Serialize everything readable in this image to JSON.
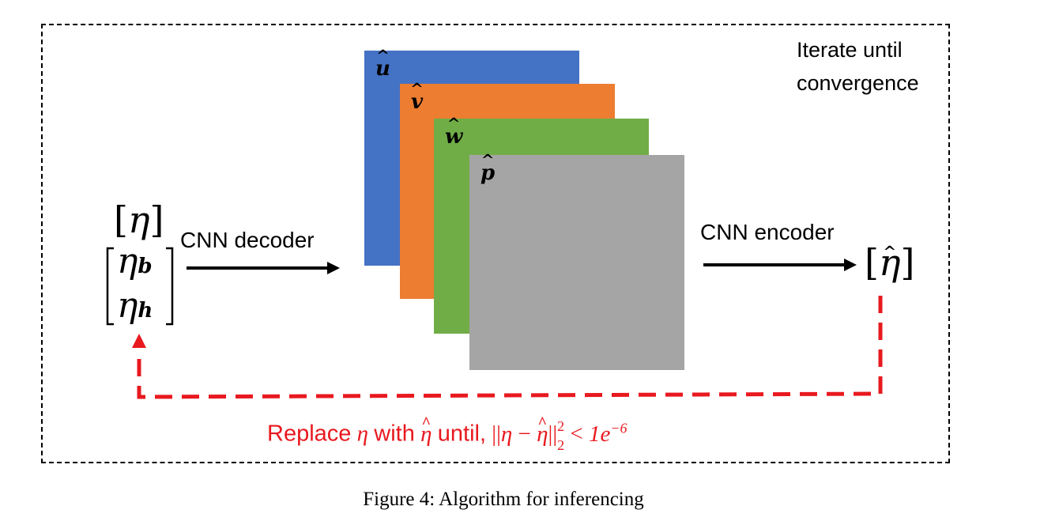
{
  "frame": {
    "note_line1": "Iterate until",
    "note_line2": "convergence"
  },
  "cards": [
    {
      "label": "u",
      "color": "#4472c4"
    },
    {
      "label": "v",
      "color": "#ed7d31"
    },
    {
      "label": "w",
      "color": "#70ad47"
    },
    {
      "label": "p",
      "color": "#a5a5a5"
    }
  ],
  "left_input": {
    "eta": "η",
    "eta_b": "η",
    "sub_b": "b",
    "eta_h": "η",
    "sub_h": "h"
  },
  "decoder_label": "CNN decoder",
  "encoder_label": "CNN encoder",
  "output": {
    "eta_hat": "η"
  },
  "feedback": {
    "text_prefix": "Replace",
    "eta": "η",
    "text_with": "with",
    "eta_hat": "η",
    "text_until": "until,",
    "norm_eta": "η",
    "minus": "−",
    "norm_eta_hat": "η",
    "sup": "2",
    "sub": "2",
    "less": "<",
    "value": "1e",
    "exponent": "−6",
    "color": "#e8191f"
  },
  "caption": "Figure 4: Algorithm for inferencing"
}
